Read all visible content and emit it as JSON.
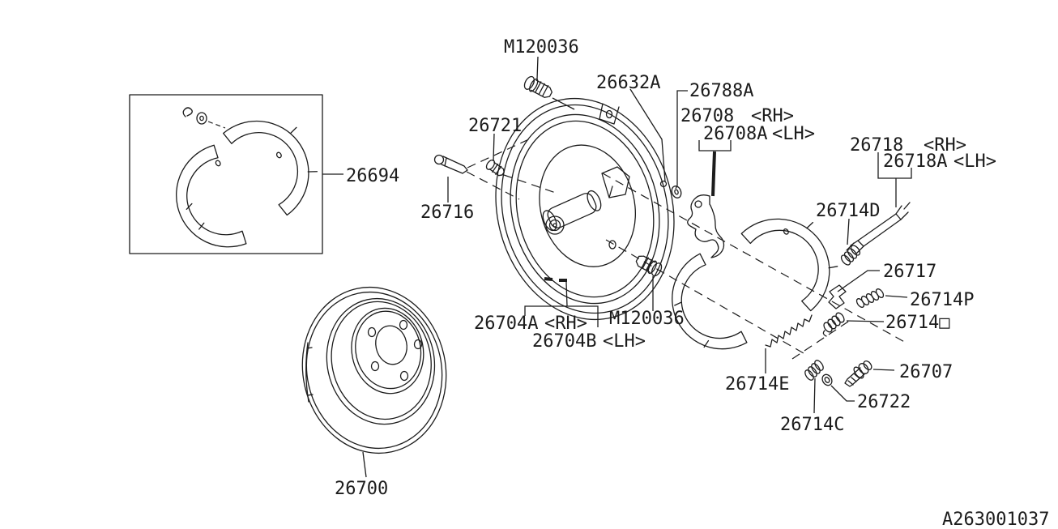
{
  "diagram": {
    "code": "A263001037",
    "background": "#ffffff",
    "line_color": "#1c1c1c",
    "labels": {
      "m120036_top": "M120036",
      "p26632a": "26632A",
      "p26788a": "26788A",
      "p26708": "26708",
      "p26708_side": "<RH>",
      "p26708a": "26708A",
      "p26708a_side": "<LH>",
      "p26718": "26718",
      "p26718_side": "<RH>",
      "p26718a": "26718A",
      "p26718a_side": "<LH>",
      "p26694": "26694",
      "p26721": "26721",
      "p26716": "26716",
      "p26714d": "26714D",
      "p26704a": "26704A",
      "p26704a_side": "<RH>",
      "p26704b": "26704B",
      "p26704b_side": "<LH>",
      "m120036_bottom": "M120036",
      "p26717": "26717",
      "p26714p": "26714P",
      "p26714box": "26714□",
      "p26714e": "26714E",
      "p26707": "26707",
      "p26722": "26722",
      "p26714c": "26714C",
      "p26700": "26700"
    }
  }
}
